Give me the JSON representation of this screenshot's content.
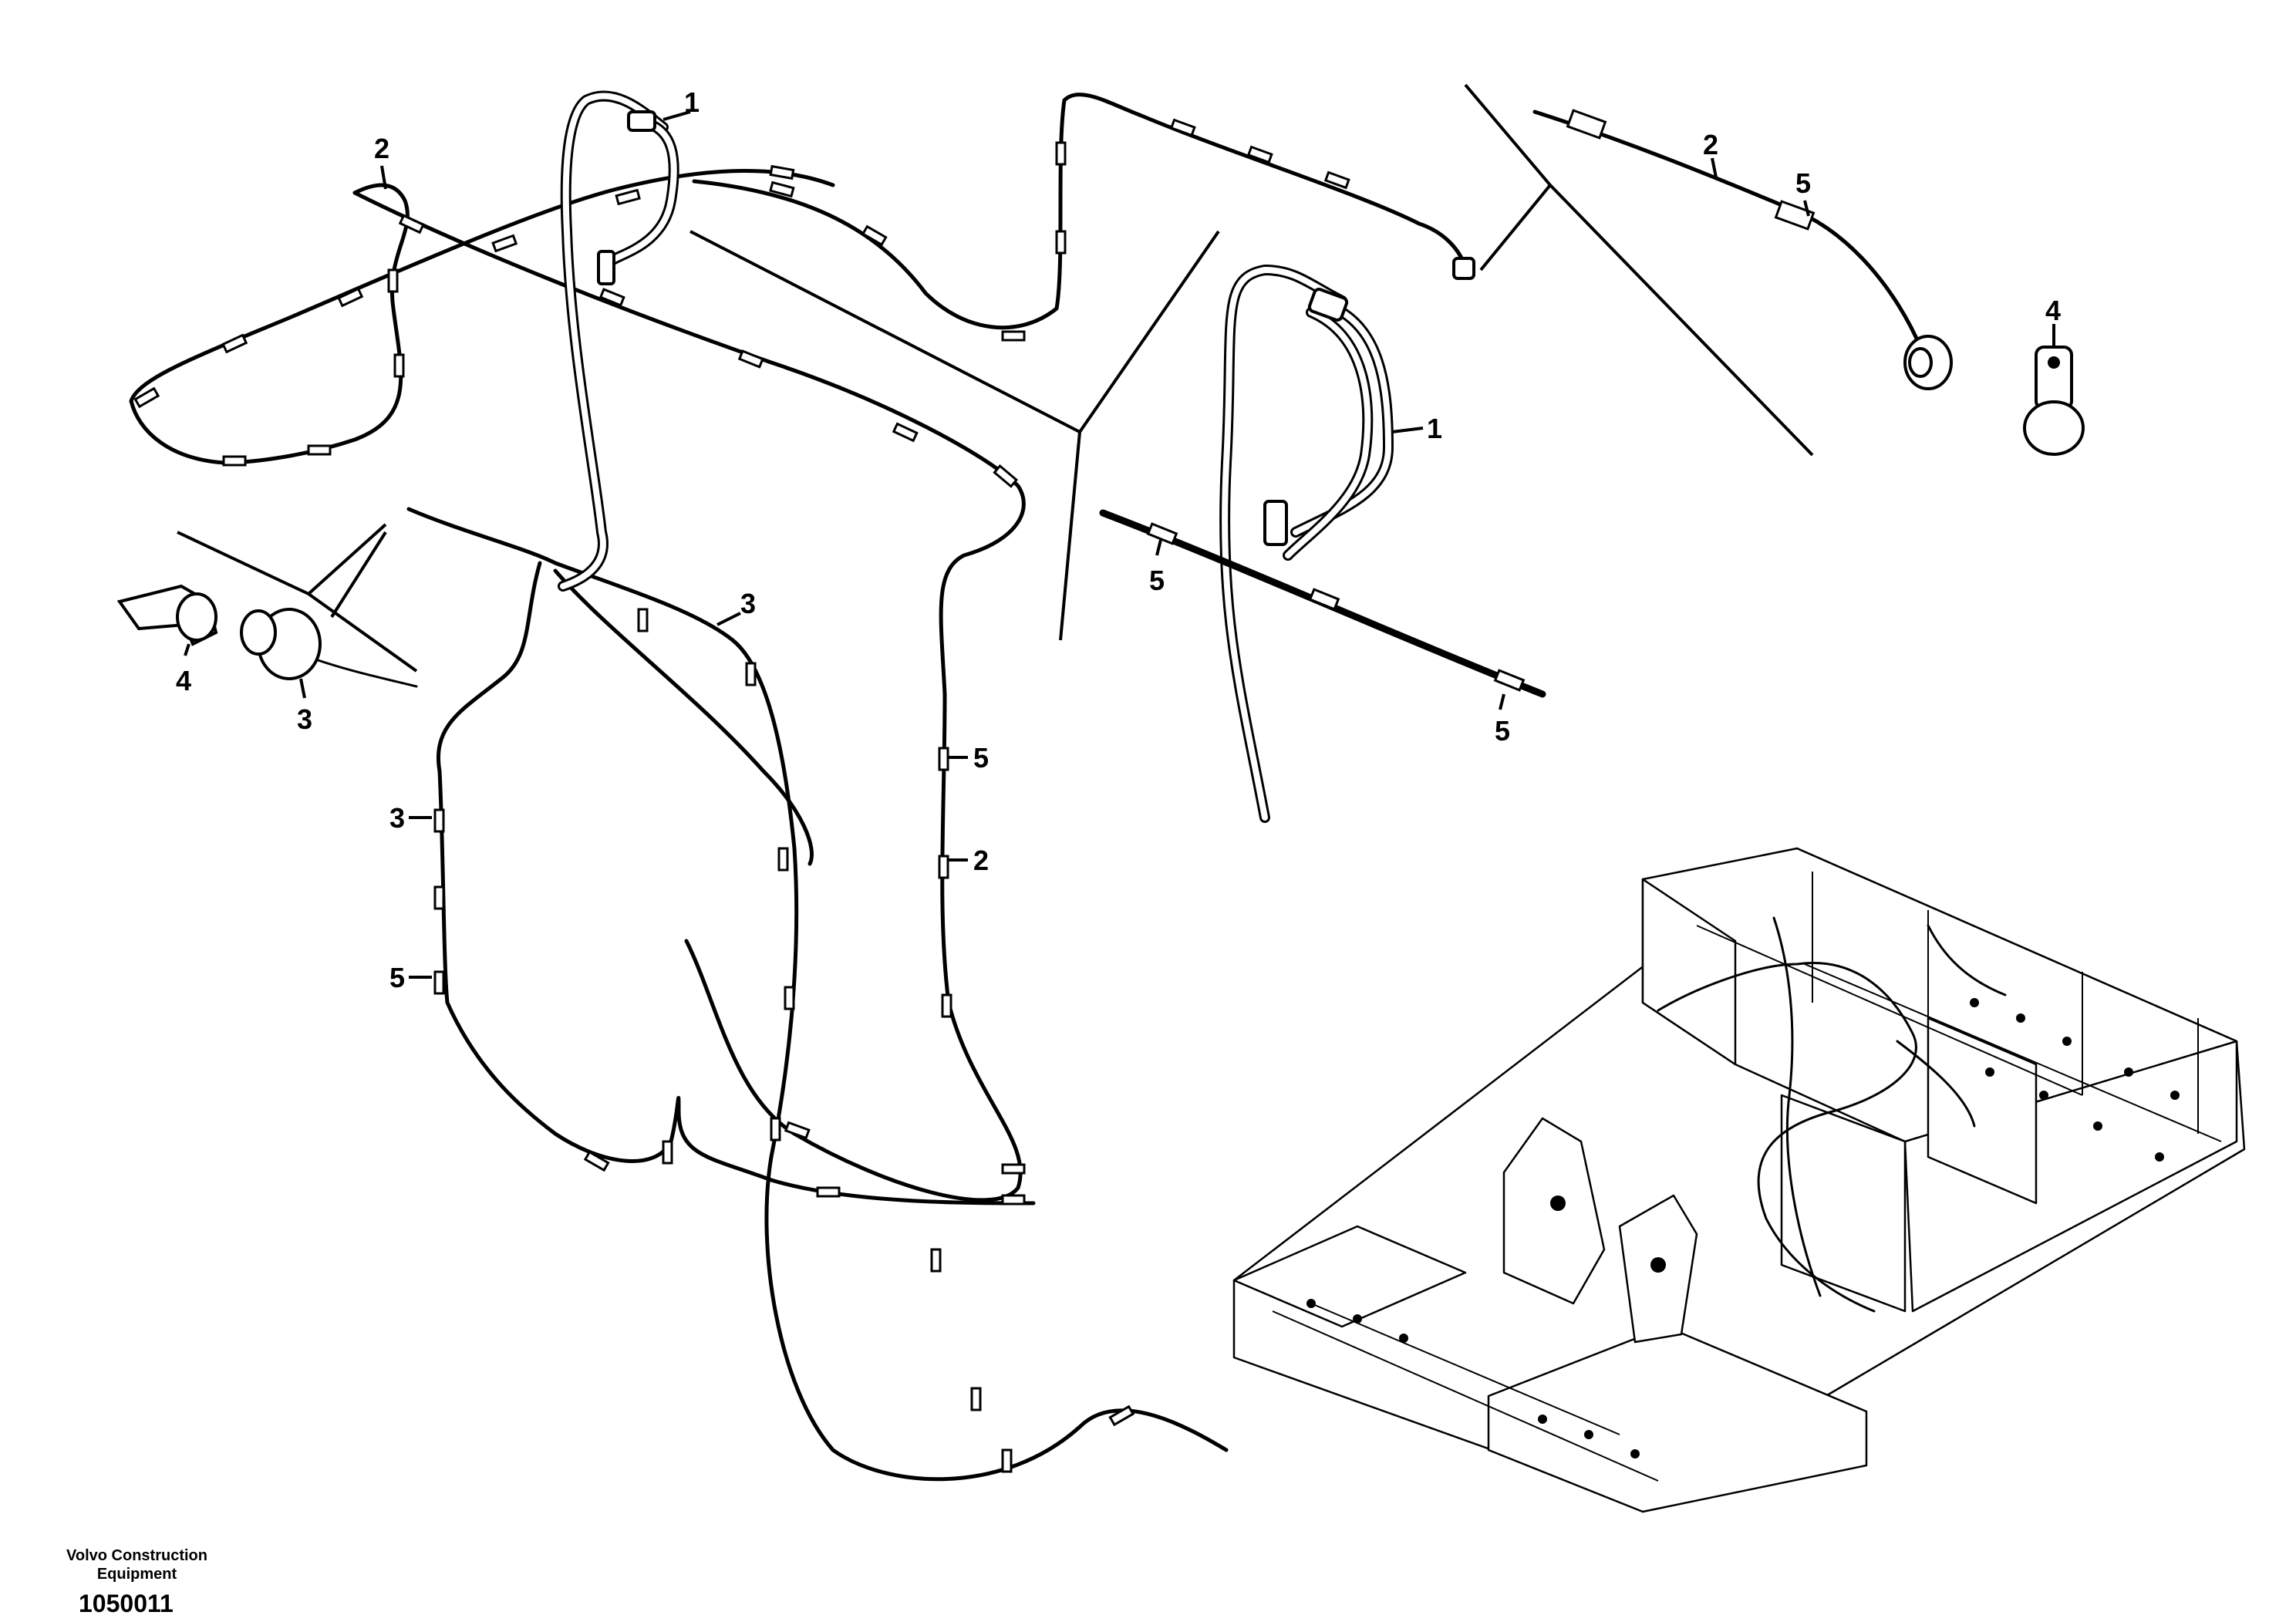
{
  "callouts": {
    "c1_upper": "1",
    "c2_upper_left": "2",
    "c1_right": "1",
    "c2_upper_right": "2",
    "c5_upper_right": "5",
    "c4_right": "4",
    "c3_middle": "3",
    "c4_left": "4",
    "c3_left": "3",
    "c5_center": "5",
    "c5_center_lower": "5",
    "c5_mid": "5",
    "c2_mid": "2",
    "c3_lower_left": "3",
    "c5_lower_left": "5"
  },
  "footer": {
    "company_line1": "Volvo Construction",
    "company_line2": "Equipment",
    "drawing_number": "1050011"
  }
}
